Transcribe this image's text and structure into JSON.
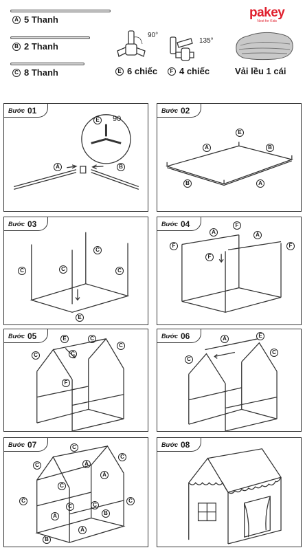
{
  "brand": {
    "logo_text": "pakey",
    "tagline": "Nest for Kids"
  },
  "parts": {
    "a": {
      "letter": "A",
      "label": "5 Thanh"
    },
    "b": {
      "letter": "B",
      "label": "2 Thanh"
    },
    "c": {
      "letter": "C",
      "label": "8 Thanh"
    },
    "e": {
      "letter": "E",
      "label": "6 chiếc",
      "angle": "90°"
    },
    "f": {
      "letter": "F",
      "label": "4 chiếc",
      "angle": "135°"
    },
    "fabric": {
      "label": "Vải lều 1 cái"
    }
  },
  "steps": [
    {
      "word": "Bước",
      "num": "01",
      "zoom_letter": "E",
      "zoom_angle": "90"
    },
    {
      "word": "Bước",
      "num": "02"
    },
    {
      "word": "Bước",
      "num": "03"
    },
    {
      "word": "Bước",
      "num": "04"
    },
    {
      "word": "Bước",
      "num": "05"
    },
    {
      "word": "Bước",
      "num": "06"
    },
    {
      "word": "Bước",
      "num": "07"
    },
    {
      "word": "Bước",
      "num": "08"
    }
  ],
  "colors": {
    "line": "#333333",
    "rod_fill": "#d9d9d9",
    "brand": "#e01f2d"
  },
  "icons": [
    "rod-icon",
    "connector-90-icon",
    "connector-135-icon",
    "folded-tent-fabric-icon",
    "tent-house-icon"
  ]
}
